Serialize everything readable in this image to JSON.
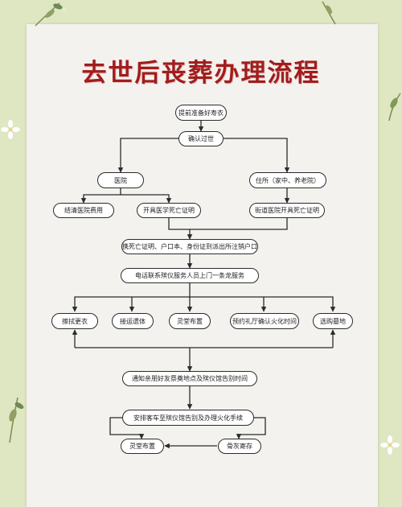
{
  "title": "去世后丧葬办理流程",
  "colors": {
    "background": "#dfe6c2",
    "paper": "#f3f2ee",
    "title": "#a11d1d",
    "box_border": "#2b2b2b"
  },
  "nodes": {
    "prepare_clothes": "提前准备好寿衣",
    "confirm_death": "确认过世",
    "hospital": "医院",
    "residence": "住所（家中、养老院）",
    "settle_fees": "结清医院费用",
    "medical_certificate": "开具医学死亡证明",
    "street_certificate": "街道医院开具死亡证明",
    "cancel_hukou": "携死亡证明、户口本、身份证到派出所注销户口",
    "call_funeral_service": "电话联系殡仪服务人员上门一条龙服务",
    "wipe_and_dress": "擦拭更衣",
    "transport_body": "接运遗体",
    "mourning_hall_setup": "灵堂布置",
    "book_cremation": "预约礼厅确认火化时间",
    "buy_cemetery": "选购墓地",
    "notify_relatives": "通知亲朋好友祭奠地点及殡仪馆告别时间",
    "arrange_hearse": "安排客车至殡仪馆告别及办理火化手续",
    "mourning_hall": "灵堂布置",
    "ashes_storage": "骨灰寄存"
  },
  "decorations": [
    "leaf-sprig-icon",
    "flower-icon"
  ]
}
